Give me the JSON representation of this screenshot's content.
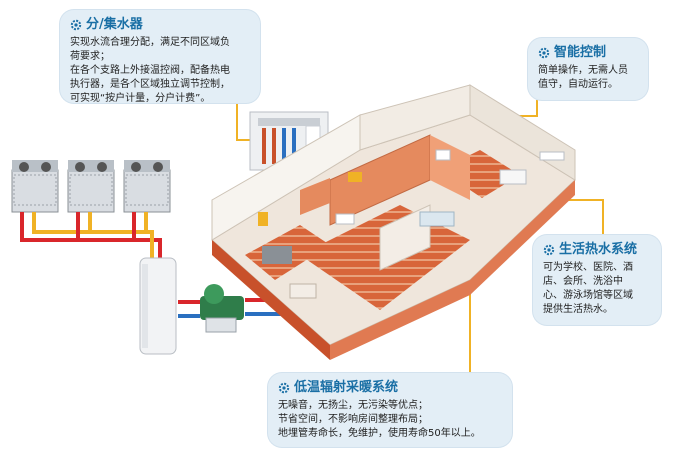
{
  "cards": {
    "manifold": {
      "title": "分/集水器",
      "lines": [
        "实现水流合理分配，满足不同区域负",
        "荷要求；",
        "在各个支路上外接温控阀，配备热电",
        "执行器，是各个区域独立调节控制，",
        "可实现“按户计量，分户计费”。"
      ]
    },
    "control": {
      "title": "智能控制",
      "lines": [
        "简单操作，无需人员",
        "值守，自动运行。"
      ]
    },
    "hotwater": {
      "title": "生活热水系统",
      "lines": [
        "可为学校、医院、酒",
        "店、会所、洗浴中",
        "心、游泳场馆等区域",
        "提供生活热水。"
      ]
    },
    "heating": {
      "title": "低温辐射采暖系统",
      "lines": [
        "无噪音，无扬尘，无污染等优点；",
        "节省空间，不影响房间整理布局；",
        "地埋管寿命长，免维护，使用寿命50年以上。"
      ]
    }
  },
  "colors": {
    "card_bg": "#e3eef6",
    "title": "#1a6fa5",
    "leader": "#f0b225",
    "hot_pipe": "#d9262b",
    "cold_pipe": "#2a6fc0",
    "floor_heat": "#c8512b"
  },
  "icons": [
    "gear-icon"
  ]
}
